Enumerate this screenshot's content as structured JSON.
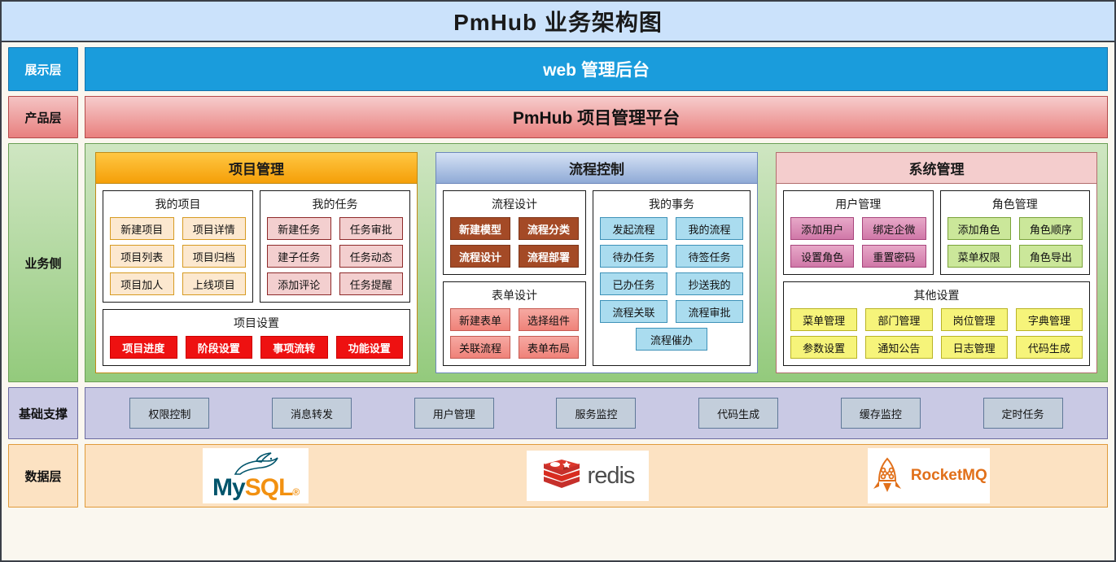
{
  "title": "PmHub 业务架构图",
  "layers": {
    "presentation": {
      "label": "展示层",
      "band": "web 管理后台"
    },
    "product": {
      "label": "产品层",
      "band": "PmHub 项目管理平台"
    },
    "business": {
      "label": "业务侧"
    },
    "infra": {
      "label": "基础支撑",
      "items": [
        "权限控制",
        "消息转发",
        "用户管理",
        "服务监控",
        "代码生成",
        "缓存监控",
        "定时任务"
      ]
    },
    "data": {
      "label": "数据层",
      "logos": [
        {
          "name": "mysql",
          "part1": "My",
          "part2": "SQL"
        },
        {
          "name": "redis",
          "text": "redis"
        },
        {
          "name": "rocketmq",
          "text": "RocketMQ"
        }
      ]
    }
  },
  "columns": [
    {
      "key": "project",
      "title": "项目管理",
      "groups": [
        {
          "title": "我的项目",
          "style": "b-peach",
          "cols": 2,
          "items": [
            "新建项目",
            "项目详情",
            "项目列表",
            "项目归档",
            "项目加人",
            "上线项目"
          ]
        },
        {
          "title": "我的任务",
          "style": "b-pink",
          "cols": 2,
          "items": [
            "新建任务",
            "任务审批",
            "建子任务",
            "任务动态",
            "添加评论",
            "任务提醒"
          ]
        },
        {
          "title": "项目设置",
          "style": "b-red",
          "cols": 4,
          "items": [
            "项目进度",
            "阶段设置",
            "事项流转",
            "功能设置"
          ]
        }
      ]
    },
    {
      "key": "flow",
      "title": "流程控制",
      "groups": [
        {
          "title": "流程设计",
          "style": "b-brown",
          "cols": 2,
          "items": [
            "新建模型",
            "流程分类",
            "流程设计",
            "流程部署"
          ]
        },
        {
          "title": "表单设计",
          "style": "b-salmon",
          "cols": 2,
          "items": [
            "新建表单",
            "选择组件",
            "关联流程",
            "表单布局"
          ]
        },
        {
          "title": "我的事务",
          "style": "b-sky",
          "cols": 2,
          "items": [
            "发起流程",
            "我的流程",
            "待办任务",
            "待签任务",
            "已办任务",
            "抄送我的",
            "流程关联",
            "流程审批"
          ],
          "single": "流程催办"
        }
      ]
    },
    {
      "key": "system",
      "title": "系统管理",
      "groups": [
        {
          "title": "用户管理",
          "style": "b-magenta",
          "cols": 2,
          "items": [
            "添加用户",
            "绑定企微",
            "设置角色",
            "重置密码"
          ]
        },
        {
          "title": "角色管理",
          "style": "b-green",
          "cols": 2,
          "items": [
            "添加角色",
            "角色顺序",
            "菜单权限",
            "角色导出"
          ]
        },
        {
          "title": "其他设置",
          "style": "b-yellow",
          "cols": 4,
          "items": [
            "菜单管理",
            "部门管理",
            "岗位管理",
            "字典管理",
            "参数设置",
            "通知公告",
            "日志管理",
            "代码生成"
          ]
        }
      ]
    }
  ]
}
